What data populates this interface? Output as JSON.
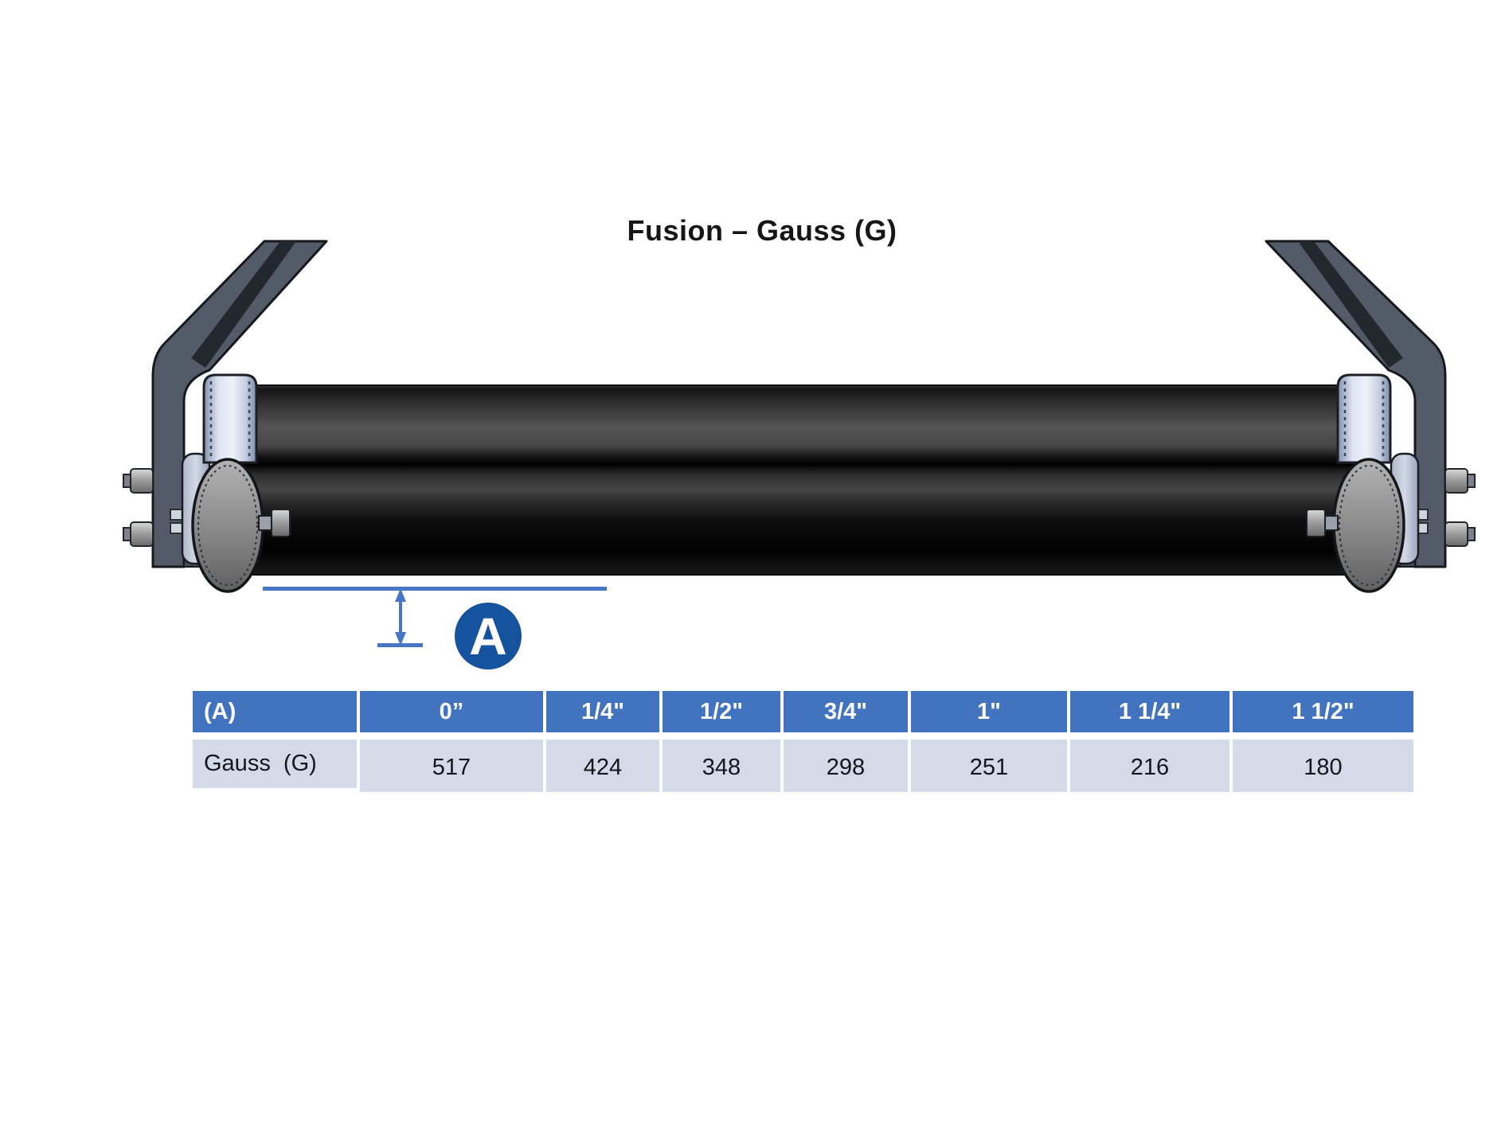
{
  "title": "Fusion – Gauss (G)",
  "dimension_annotation": {
    "label": "A",
    "description_icon": "double-headed-vertical-arrow"
  },
  "chart_data": {
    "type": "table",
    "title": "Fusion – Gauss (G)",
    "columns": [
      "(A)",
      "0”",
      "1/4\"",
      "1/2\"",
      "3/4\"",
      "1\"",
      "1 1/4\"",
      "1 1/2\""
    ],
    "rows": [
      {
        "label": "Gauss  (G)",
        "values": [
          517,
          424,
          348,
          298,
          251,
          216,
          180
        ]
      }
    ],
    "legend_position": "none",
    "grid": false
  },
  "colors": {
    "header_bg": "#4273BE",
    "row_bg": "#D5DAE8",
    "accent_blue": "#4876C6",
    "badge_blue": "#16539F"
  }
}
